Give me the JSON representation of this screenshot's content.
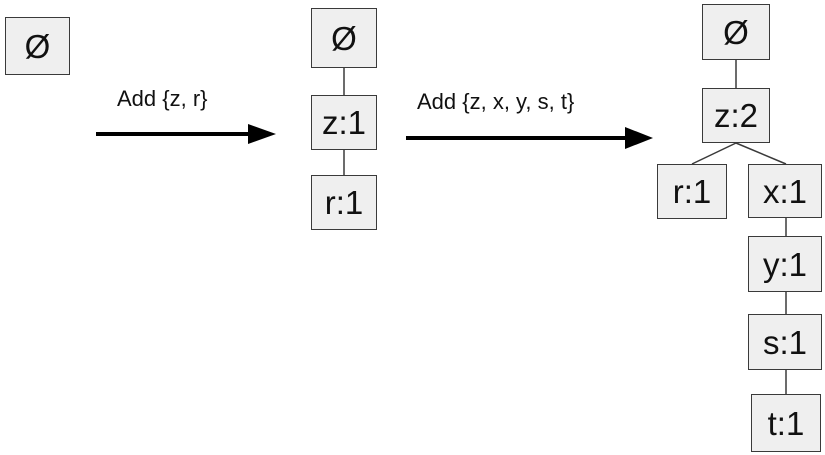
{
  "stage0": {
    "root": "Ø"
  },
  "step1": {
    "label": "Add {z, r}"
  },
  "stage1": {
    "root": "Ø",
    "z": "z:1",
    "r": "r:1"
  },
  "step2": {
    "label": "Add {z, x, y, s, t}"
  },
  "stage2": {
    "root": "Ø",
    "z": "z:2",
    "r": "r:1",
    "x": "x:1",
    "y": "y:1",
    "s": "s:1",
    "t": "t:1"
  },
  "colors": {
    "node_fill": "#efefef",
    "stroke": "#3a3a3a",
    "arrow": "#000000"
  }
}
